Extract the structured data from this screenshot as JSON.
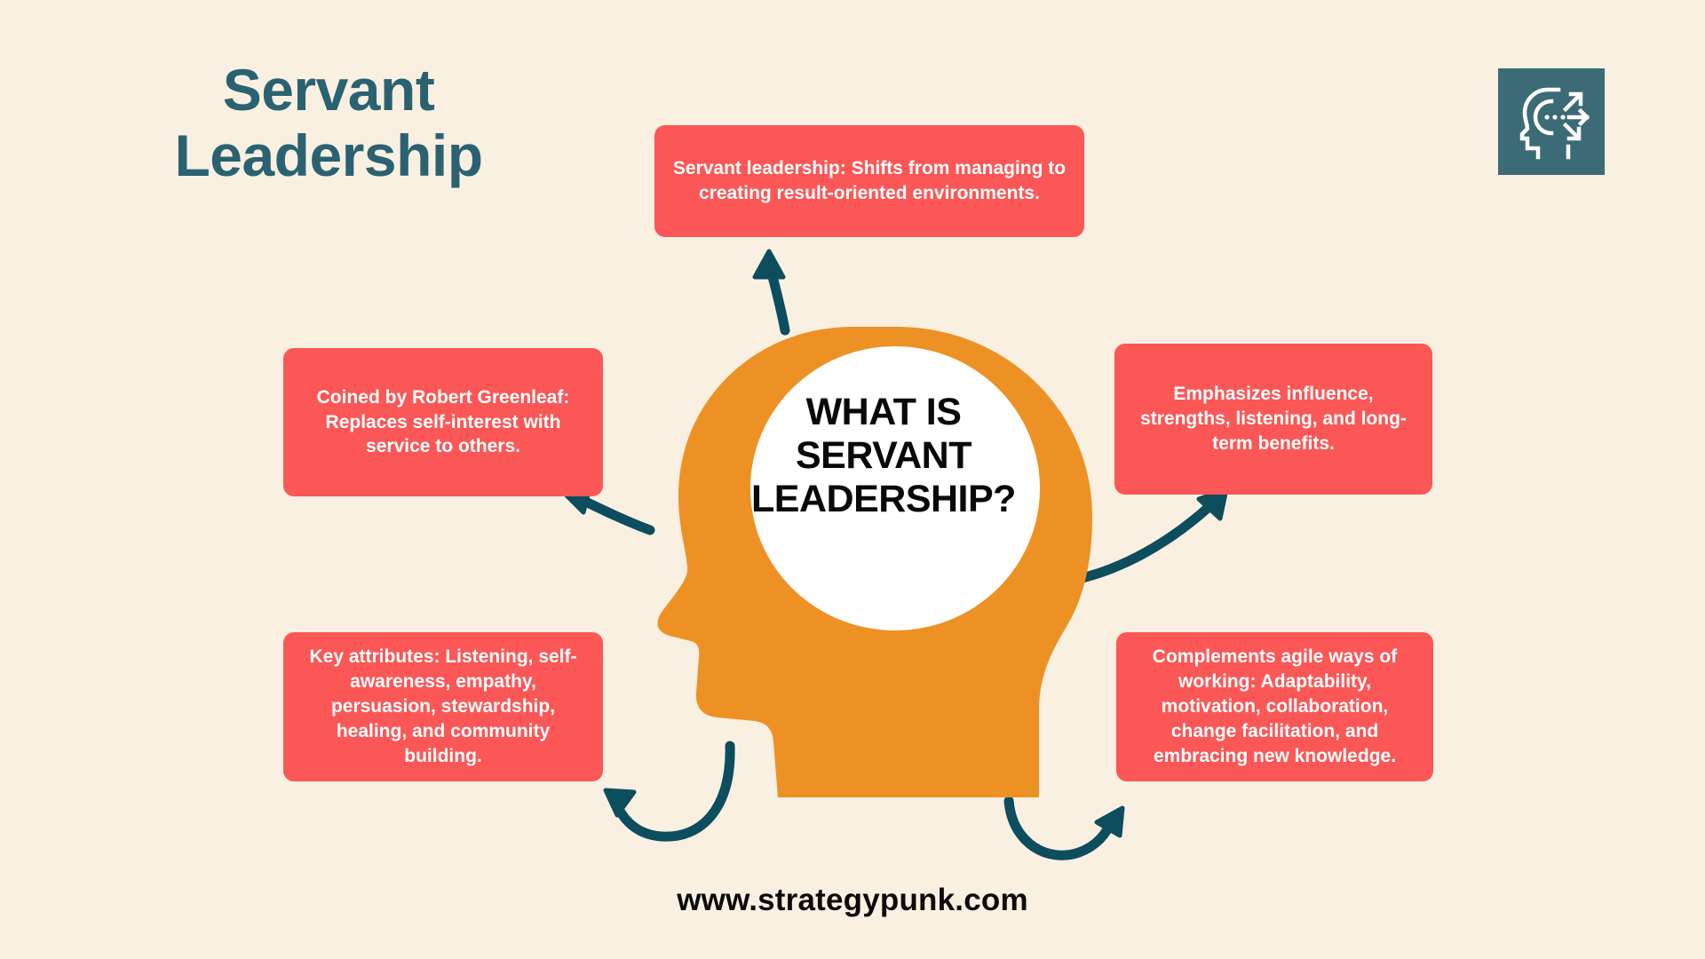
{
  "page": {
    "background_color": "#FAF0E1",
    "title_lines": [
      "Servant",
      "Leadership"
    ],
    "title_color": "#2A6272",
    "footer_url": "www.strategypunk.com"
  },
  "logo": {
    "name": "strategypunk-head-arrows-logo",
    "background_color": "#3A6B77",
    "icon_color": "#FFFFFF"
  },
  "center": {
    "question_lines": [
      "WHAT IS",
      "SERVANT",
      "LEADERSHIP?"
    ],
    "head_color": "#EE9125",
    "brain_bubble_color": "#FFFFFF",
    "text_color": "#07090B"
  },
  "cards": {
    "accent_color": "#FB5757",
    "text_color": "#FFFFFF",
    "top": "Servant leadership: Shifts from managing to creating result-oriented environments.",
    "left_mid": "Coined by Robert Greenleaf: Replaces self-interest with service to others.",
    "right_mid": "Emphasizes influence, strengths, listening, and long-term benefits.",
    "left_bottom": "Key attributes: Listening, self-awareness, empathy, persuasion, stewardship, healing, and community building.",
    "right_bottom": "Complements agile ways of working: Adaptability, motivation, collaboration, change facilitation, and embracing new knowledge."
  },
  "arrows": {
    "color": "#0C4D5E",
    "items": [
      {
        "name": "arrow-to-top-card",
        "direction": "up"
      },
      {
        "name": "arrow-to-left-mid-card",
        "direction": "up-left"
      },
      {
        "name": "arrow-to-right-mid-card",
        "direction": "up-right"
      },
      {
        "name": "arrow-to-left-bottom-card",
        "direction": "curve-left"
      },
      {
        "name": "arrow-to-right-bottom-card",
        "direction": "curve-right"
      }
    ]
  }
}
